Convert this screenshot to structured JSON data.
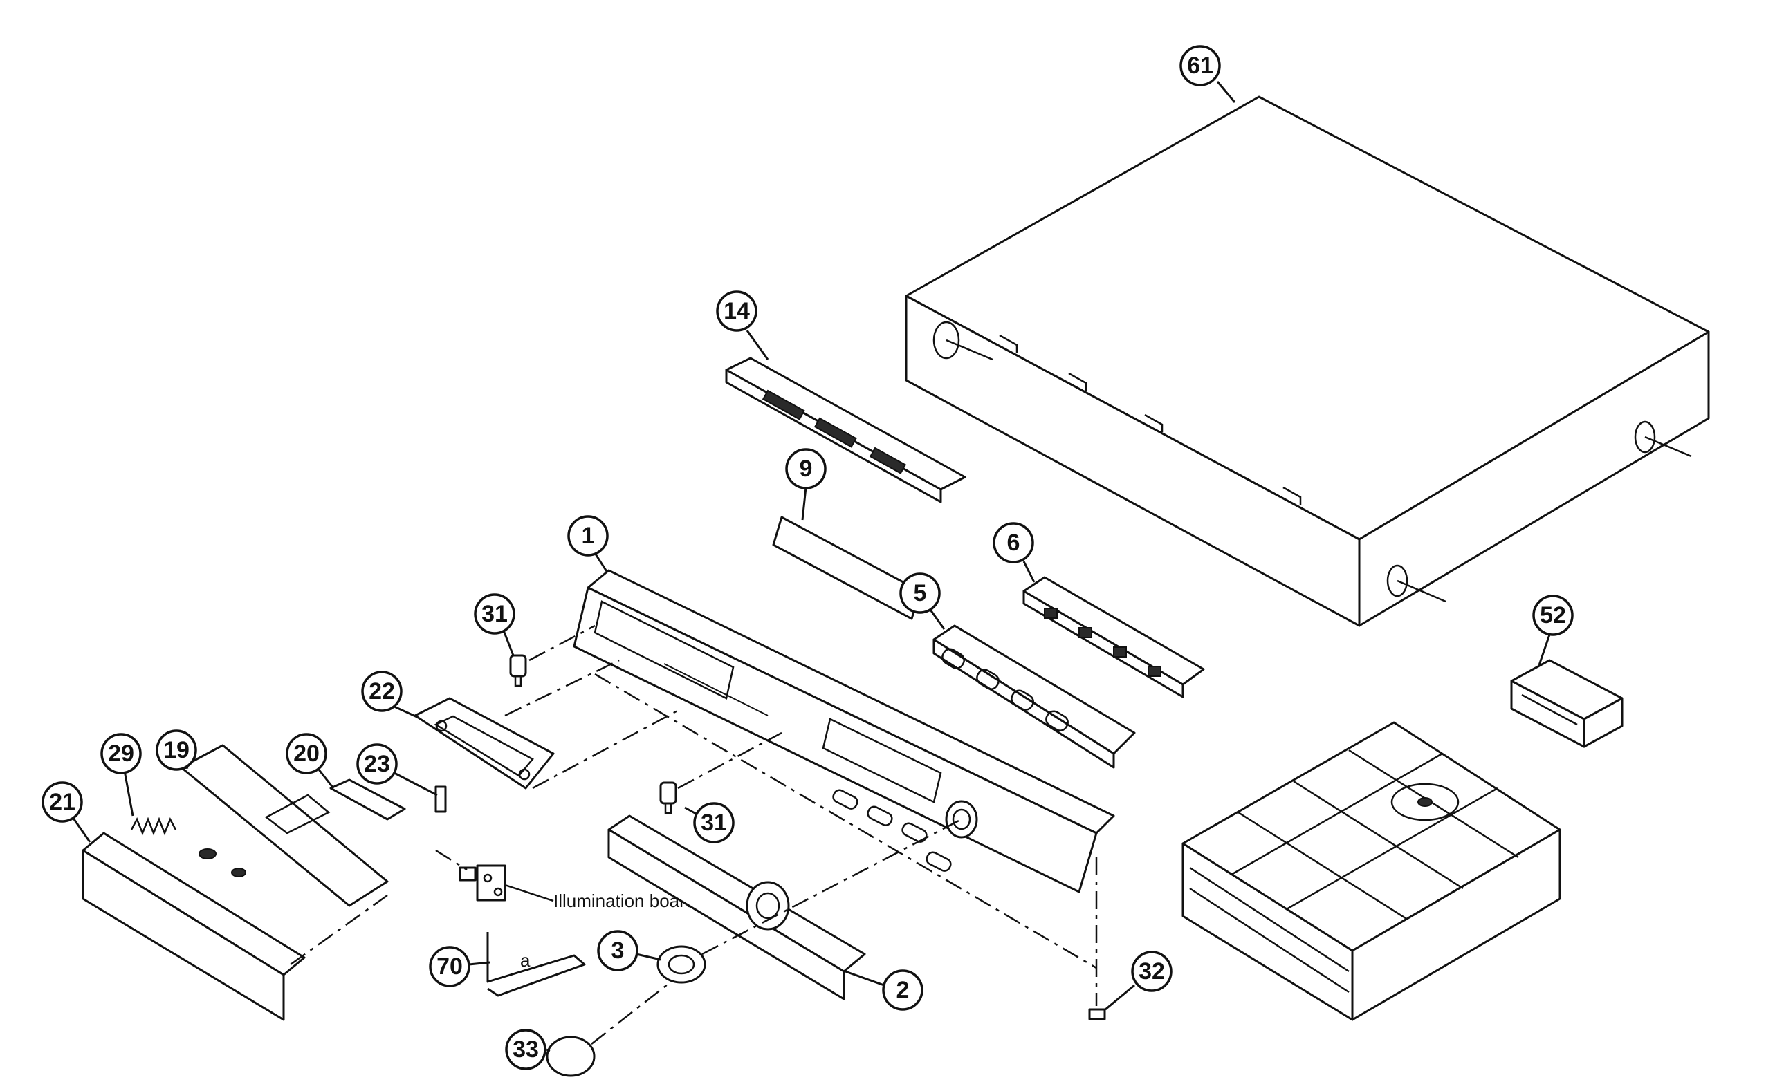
{
  "callouts": [
    "61",
    "14",
    "9",
    "1",
    "6",
    "5",
    "31",
    "52",
    "22",
    "29",
    "19",
    "20",
    "23",
    "21",
    "31",
    "3",
    "2",
    "70",
    "32",
    "33"
  ],
  "annotations": {
    "illumination_board": "Illumination board",
    "letter_a": "a"
  },
  "colors": {
    "ink": "#111111",
    "paper": "#ffffff"
  }
}
